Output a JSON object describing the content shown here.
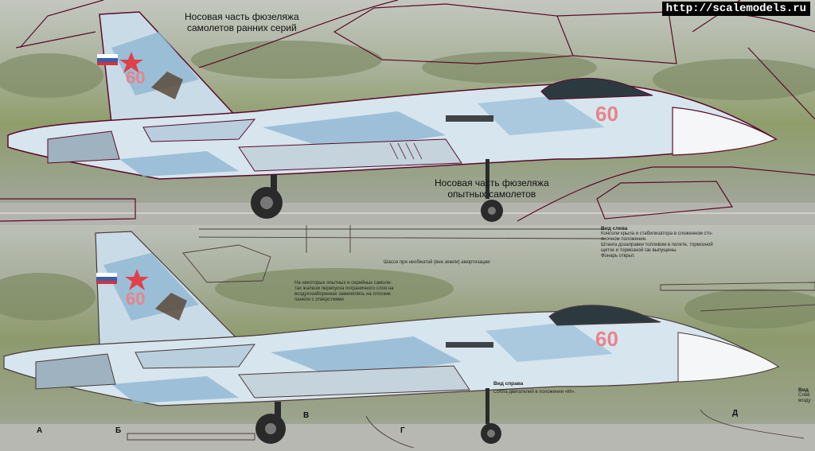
{
  "watermark": "http://scalemodels.ru",
  "top": {
    "early_nose_caption": [
      "Носовая часть фюзеляжа",
      "самолетов ранних серий"
    ],
    "prototype_nose_caption": [
      "Носовая часть фюзеляжа",
      "опытных самолетов"
    ],
    "aircraft_number": "60"
  },
  "bottom": {
    "aircraft_number": "60",
    "left_view": {
      "title": "Вид слева",
      "text": [
        "Консоли крыла и стабилизатора в сложенном сто-",
        "яночном положении.",
        "Штанга дозаправки топливом в полете, тормозной",
        "щиток и тормозной гак выпущены.",
        "Фонарь открыт."
      ]
    },
    "gear_note": "Шасси при необжатой (вне земли) амортизации",
    "louver_note": [
      "На некоторых опытных и серийных самоле-",
      "тах жалюзи перепуска пограничного слоя на",
      "воздухозаборниках заменялись на плоские",
      "панели с отверстиями"
    ],
    "right_view": {
      "title": "Вид справа",
      "text": "Сопла двигателей в положении «М»."
    },
    "cut_view_title": "Вид",
    "cut_view_text": [
      "Слев",
      "возду"
    ],
    "section_letters": [
      "А",
      "Б",
      "В",
      "Г",
      "Д"
    ]
  },
  "colors": {
    "outline": "#5a0a2a",
    "camo_light": "#c9dbe6",
    "camo_blue": "#8fb7d2",
    "star_red": "#e0404a",
    "grass": "#8f9d6a",
    "sky": "#b7bcb4"
  }
}
